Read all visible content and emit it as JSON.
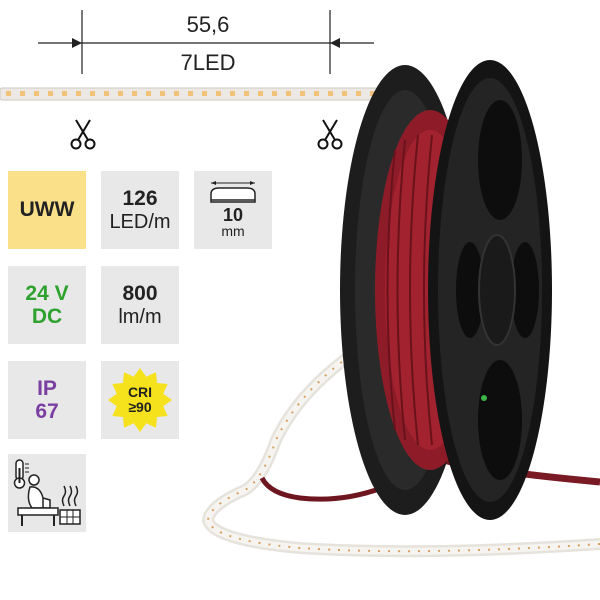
{
  "dimension": {
    "length": "55,6",
    "led_group": "7LED"
  },
  "tiles": {
    "color_temp": "UWW",
    "led_density": {
      "value": "126",
      "unit": "LED/m"
    },
    "width": {
      "value": "10",
      "unit": "mm"
    },
    "voltage": {
      "value": "24 V",
      "type": "DC"
    },
    "luminous_flux": {
      "value": "800",
      "unit": "lm/m"
    },
    "ip_rating": {
      "prefix": "IP",
      "value": "67"
    },
    "cri": {
      "label": "CRI",
      "value": "≥90"
    }
  },
  "icons": [
    "scissors-icon",
    "strip-profile-icon",
    "sauna-icon",
    "led-reel-image"
  ],
  "colors": {
    "uww_tile": "#fbe08a",
    "gray_tile": "#e8e8e8",
    "voltage_text": "#2ea12e",
    "ip_text": "#7a3fa0",
    "cri_star": "#f6e21c"
  }
}
